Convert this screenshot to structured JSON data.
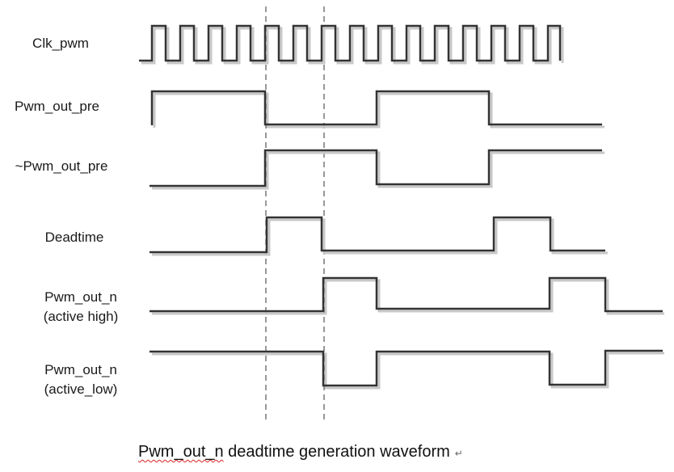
{
  "title": "Pwm_out_n deadtime generation waveform",
  "caption": {
    "prefix": "Pwm_out_n",
    "rest": " deadtime generation waveform",
    "mark": "↵"
  },
  "signals": [
    {
      "id": "clk",
      "label_lines": [
        "Clk_pwm"
      ]
    },
    {
      "id": "pwm_out_pre",
      "label_lines": [
        "Pwm_out_pre"
      ]
    },
    {
      "id": "pwm_out_pre_inv",
      "label_lines": [
        "~Pwm_out_pre"
      ]
    },
    {
      "id": "deadtime",
      "label_lines": [
        "Deadtime"
      ]
    },
    {
      "id": "pwm_out_n_high",
      "label_lines": [
        "Pwm_out_n",
        "(active high)"
      ]
    },
    {
      "id": "pwm_out_n_low",
      "label_lines": [
        "Pwm_out_n",
        "(active_low)"
      ]
    }
  ],
  "colors": {
    "wave": "#333333",
    "shadow": "#c8c8c8",
    "guide": "#555555"
  }
}
